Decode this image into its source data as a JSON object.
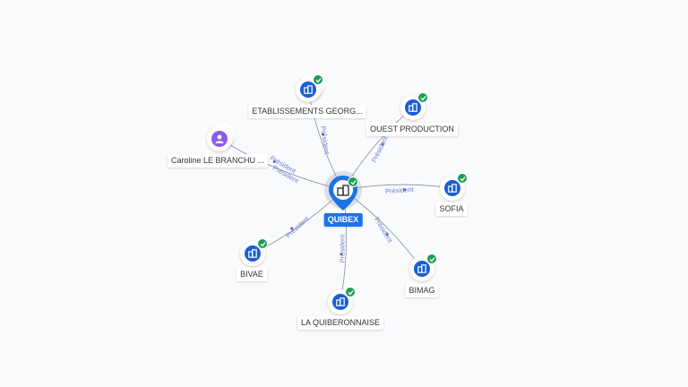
{
  "center": {
    "label": "QUIBEX",
    "icon": "building-icon",
    "verified": true
  },
  "nodes": [
    {
      "id": "etab",
      "label": "ETABLISSEMENTS GEORG...",
      "kind": "company",
      "icon": "building-icon",
      "verified": true
    },
    {
      "id": "ouest",
      "label": "OUEST PRODUCTION",
      "kind": "company",
      "icon": "building-icon",
      "verified": true
    },
    {
      "id": "caroline",
      "label": "Caroline LE BRANCHU ...",
      "kind": "person",
      "icon": "person-icon",
      "verified": false
    },
    {
      "id": "sofia",
      "label": "SOFIA",
      "kind": "company",
      "icon": "building-icon",
      "verified": true
    },
    {
      "id": "bivae",
      "label": "BIVAE",
      "kind": "company",
      "icon": "building-icon",
      "verified": true
    },
    {
      "id": "bimag",
      "label": "BIMAG",
      "kind": "company",
      "icon": "building-icon",
      "verified": true
    },
    {
      "id": "laquib",
      "label": "LA QUIBERONNAISE",
      "kind": "company",
      "icon": "building-icon",
      "verified": true
    }
  ],
  "edges": [
    {
      "to": "etab",
      "label": "Président"
    },
    {
      "to": "ouest",
      "label": "Président"
    },
    {
      "to": "caroline",
      "label": "Président",
      "label2": "Président"
    },
    {
      "to": "sofia",
      "label": "Président"
    },
    {
      "to": "bivae",
      "label": "Président"
    },
    {
      "to": "bimag",
      "label": "Président"
    },
    {
      "to": "laquib",
      "label": "Président"
    }
  ],
  "colors": {
    "company": "#1a5fd6",
    "person": "#8a5ce6",
    "verified": "#1f9d55",
    "center_label_bg": "#1a73e8",
    "edge_label": "#6b7fd6",
    "edge_line": "#8a8f99"
  }
}
